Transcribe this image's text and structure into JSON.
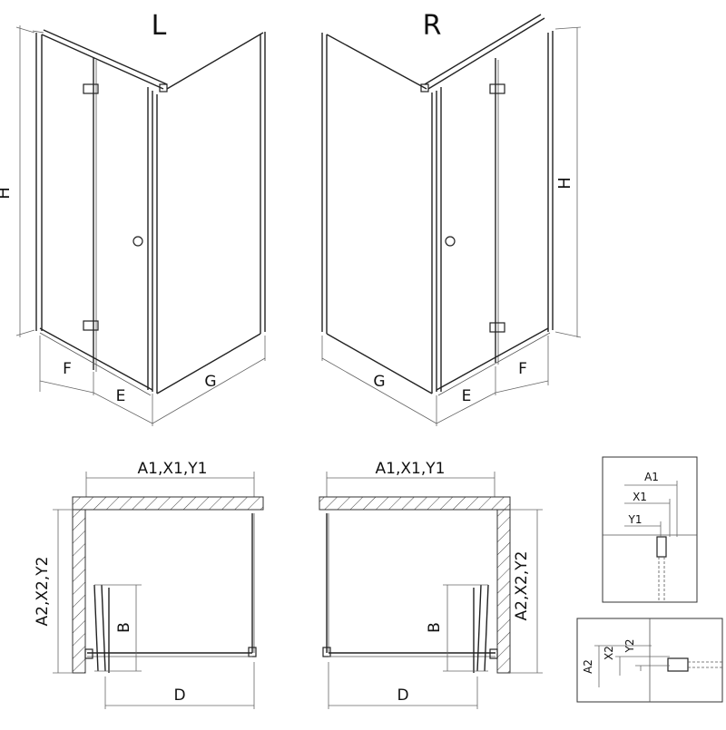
{
  "views": {
    "left_title": "L",
    "right_title": "R"
  },
  "dimensions": {
    "height": "H",
    "fold_panel": "F",
    "door_panel": "E",
    "side_panel": "G",
    "width_set": "A1,X1,Y1",
    "depth_set": "A2,X2,Y2",
    "depth_b": "B",
    "width_d": "D"
  },
  "details": {
    "top_labels": [
      "A1",
      "X1",
      "Y1"
    ],
    "side_labels": [
      "A2",
      "X2",
      "Y2"
    ]
  }
}
